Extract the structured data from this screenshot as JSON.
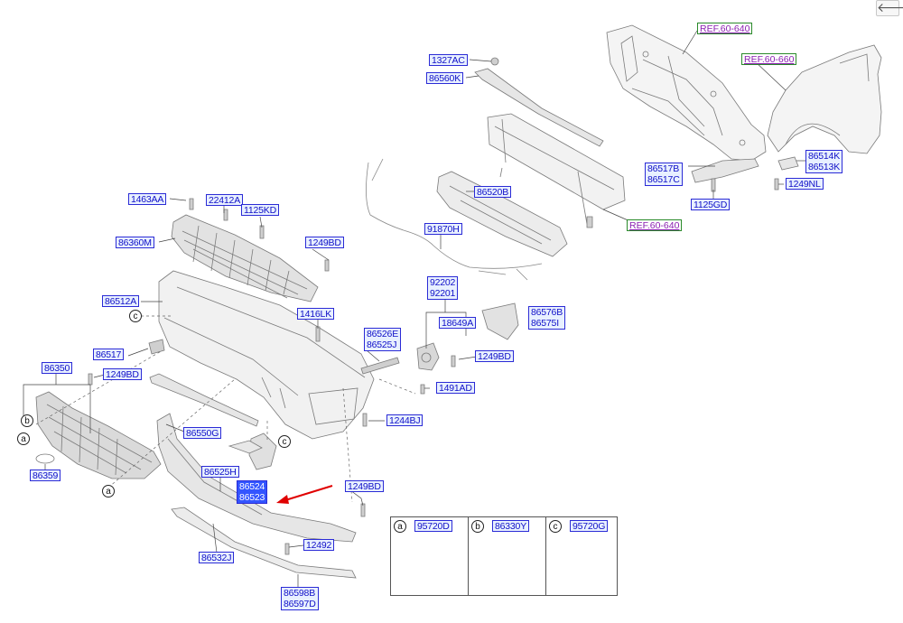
{
  "toolbar": {
    "back_icon": "arrow-left-icon",
    "back_glyph": "🡐"
  },
  "colors": {
    "label_text": "#1010c8",
    "label_border": "#2b2bd6",
    "label_fill": "#e8f0ff",
    "ref_text": "#8a1fb0",
    "ref_border": "#2a8a2a",
    "arrow": "#e00000"
  },
  "refs": [
    {
      "id": "ref-60-640-top",
      "text": "REF.60-640"
    },
    {
      "id": "ref-60-660",
      "text": "REF.60-660"
    },
    {
      "id": "ref-60-640-mid",
      "text": "REF.60-640"
    }
  ],
  "labels": {
    "p1327AC": "1327AC",
    "p86560K": "86560K",
    "p86520B": "86520B",
    "p91870H": "91870H",
    "p1463AA": "1463AA",
    "p22412A": "22412A",
    "p1125KD": "1125KD",
    "p86360M": "86360M",
    "p1249BD_a": "1249BD",
    "p86512A": "86512A",
    "p1416LK": "1416LK",
    "p92202": "92202\n92201",
    "p18649A": "18649A",
    "p86576B": "86576B\n86575I",
    "p86517": "86517",
    "p86526E": "86526E\n86525J",
    "p1249BD_b": "1249BD",
    "p86350": "86350",
    "p1249BD_c": "1249BD",
    "p1491AD": "1491AD",
    "p1244BJ": "1244BJ",
    "p86550G": "86550G",
    "p86359": "86359",
    "p86525H": "86525H",
    "p86524": "86524\n86523",
    "p1249BD_d": "1249BD",
    "p12492": "12492",
    "p86532J": "86532J",
    "p86598B": "86598B\n86597D",
    "p86517B": "86517B\n86517C",
    "p1125GD": "1125GD",
    "p86514K": "86514K\n86513K",
    "p1249NL": "1249NL"
  },
  "callouts": {
    "a": "a",
    "b": "b",
    "c": "c"
  },
  "legend": [
    {
      "letter": "a",
      "part": "95720D"
    },
    {
      "letter": "b",
      "part": "86330Y"
    },
    {
      "letter": "c",
      "part": "95720G"
    }
  ]
}
